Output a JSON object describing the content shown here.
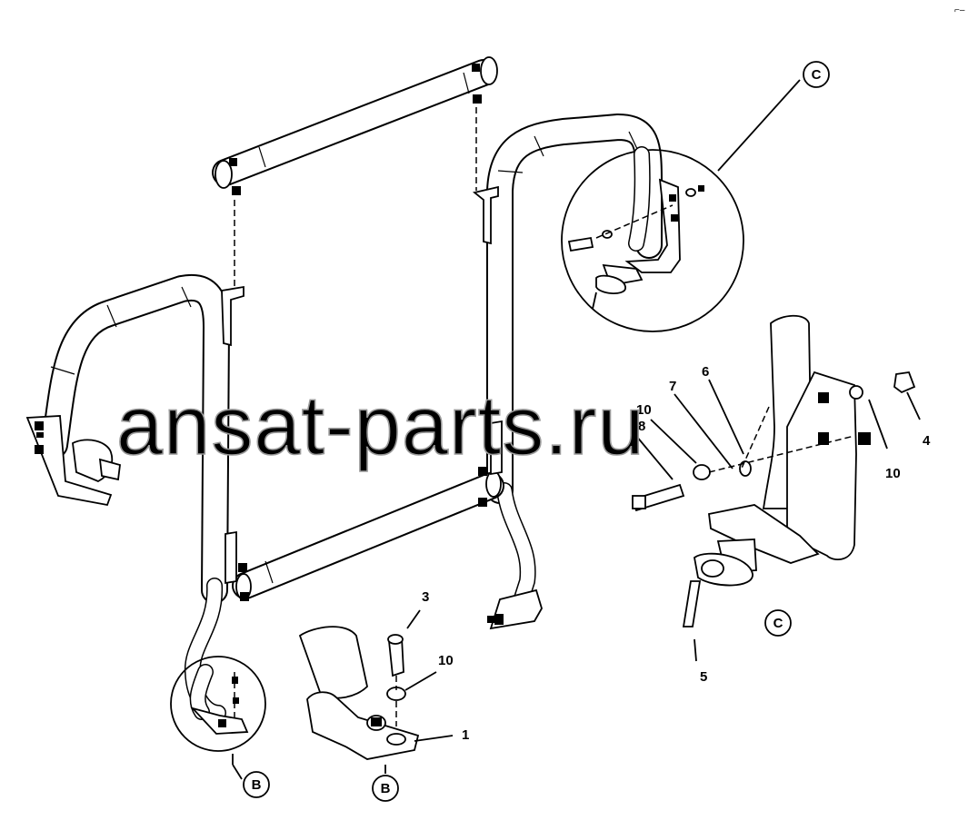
{
  "watermark": "ansat-parts.ru",
  "corner_mark": "⌐–",
  "detail_views": [
    {
      "id": "B",
      "label": "B"
    },
    {
      "id": "C",
      "label": "C"
    }
  ],
  "callouts": {
    "b_main": "B",
    "b_detail": "B",
    "c_main": "C",
    "c_detail": "C",
    "n1": "1",
    "n3": "3",
    "n10_b": "10",
    "n4": "4",
    "n5": "5",
    "n6": "6",
    "n7": "7",
    "n8": "8",
    "n10_c1": "10",
    "n10_c2": "10"
  },
  "colors": {
    "line": "#000000",
    "background": "#ffffff",
    "watermark": "#9a9a9a"
  }
}
